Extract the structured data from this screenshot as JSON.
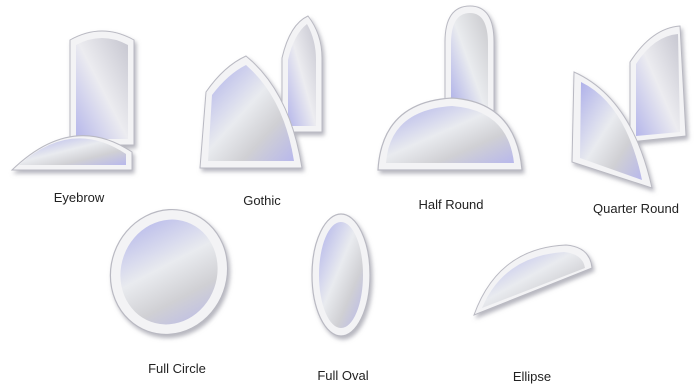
{
  "title": "",
  "shapes": [
    {
      "name": "eyebrow",
      "label": "Eyebrow"
    },
    {
      "name": "gothic",
      "label": "Gothic"
    },
    {
      "name": "half-round",
      "label": "Half Round"
    },
    {
      "name": "quarter-round",
      "label": "Quarter Round"
    },
    {
      "name": "full-circle",
      "label": "Full Circle"
    },
    {
      "name": "full-oval",
      "label": "Full Oval"
    },
    {
      "name": "ellipse",
      "label": "Ellipse"
    }
  ],
  "colors": {
    "frame": "#f4f4f6",
    "frame_shadow": "#9a9aa8",
    "glass_blue": "#b9b9ee",
    "glass_light": "#eceef2",
    "glass_gray": "#c9c9cc"
  }
}
